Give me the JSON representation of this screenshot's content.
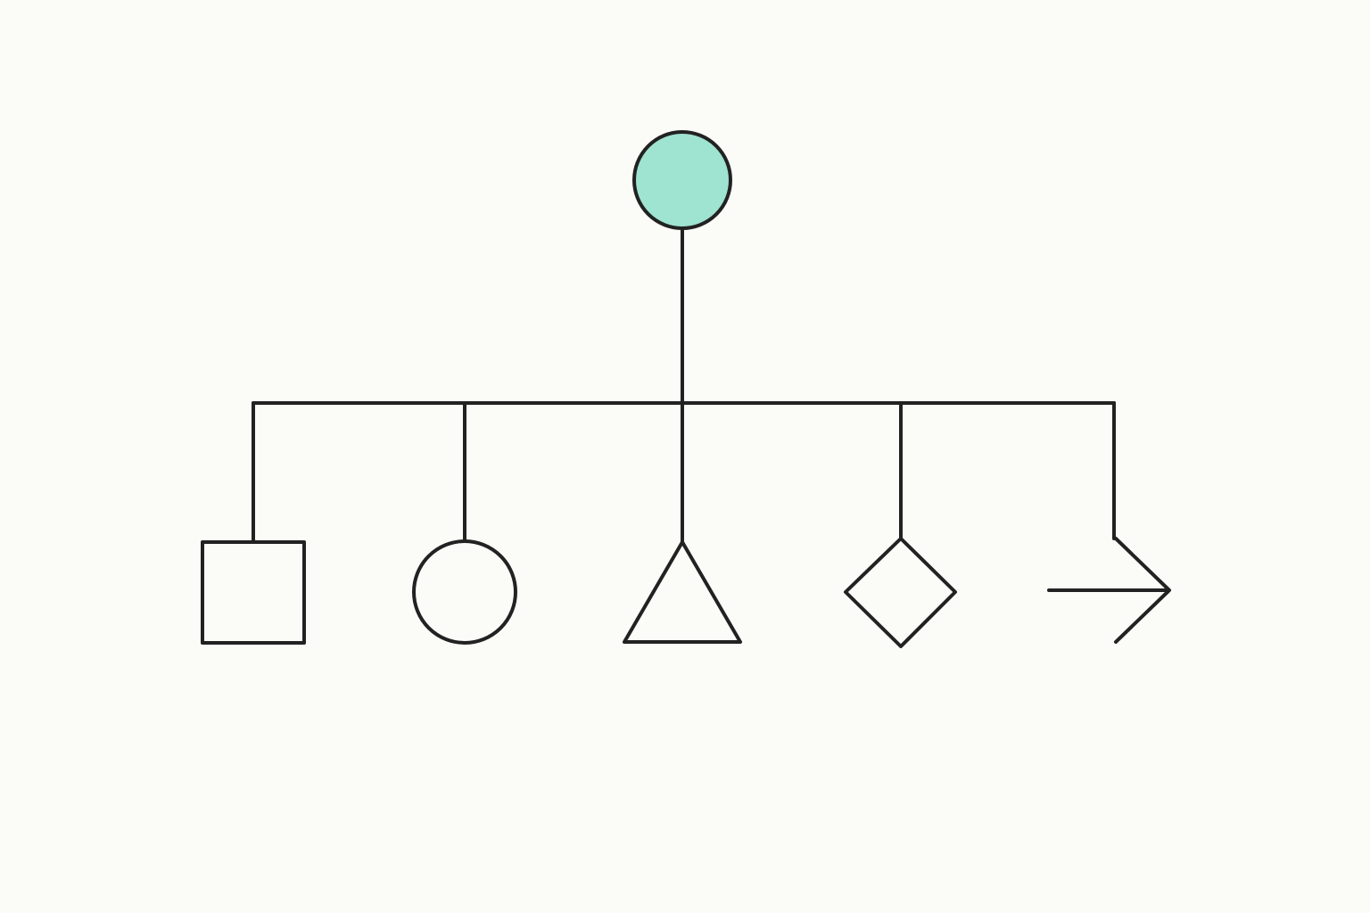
{
  "colors": {
    "background": "#fbfbf8",
    "line": "#222222",
    "root_fill": "#9fe3d1"
  },
  "diagram": {
    "root": {
      "shape": "circle",
      "filled": true
    },
    "children": [
      {
        "shape": "square"
      },
      {
        "shape": "circle"
      },
      {
        "shape": "triangle"
      },
      {
        "shape": "diamond"
      },
      {
        "shape": "arrow"
      }
    ]
  }
}
